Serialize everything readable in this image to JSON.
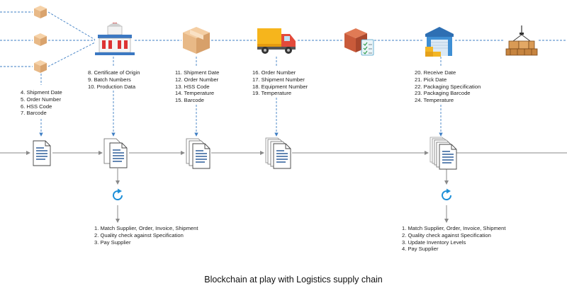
{
  "caption": "Blockchain at play with Logistics supply chain",
  "colors": {
    "dashed": "#3f7fc4",
    "solid": "#8a8a8a",
    "cycle": "#1e8fd8"
  },
  "icons": [
    "box-icon",
    "box-icon",
    "box-icon",
    "factory-icon",
    "cardboard-box-icon",
    "delivery-truck-icon",
    "box-checklist-icon",
    "warehouse-icon",
    "crane-cargo-icon"
  ],
  "stages": [
    {
      "items": [
        "4. Shipment Date",
        "5. Order Number",
        "6. HSS Code",
        "7. Barcode"
      ]
    },
    {
      "items": [
        "8.   Certificate of Origin",
        "9.   Batch Numbers",
        "10. Production  Data"
      ]
    },
    {
      "items": [
        "11. Shipment Date",
        "12. Order Number",
        "13. HSS Code",
        "14. Temperature",
        "15. Barcode"
      ]
    },
    {
      "items": [
        "16. Order Number",
        "17. Shipment  Number",
        "18. Equipment  Number",
        "19. Temperature"
      ]
    },
    {
      "items": [
        "20. Receive Date",
        "21. Pick Date",
        "22. Packaging  Specification",
        "23. Packaging  Barcode",
        "24. Temperature"
      ]
    }
  ],
  "actions": [
    {
      "items": [
        "1. Match Supplier, Order, Invoice, Shipment",
        "2. Quality check against Specification",
        "3. Pay Supplier"
      ]
    },
    {
      "items": [
        "1. Match Supplier, Order, Invoice, Shipment",
        "2. Quality check against Specification",
        "3. Update Inventory Levels",
        "4. Pay Supplier"
      ]
    }
  ]
}
